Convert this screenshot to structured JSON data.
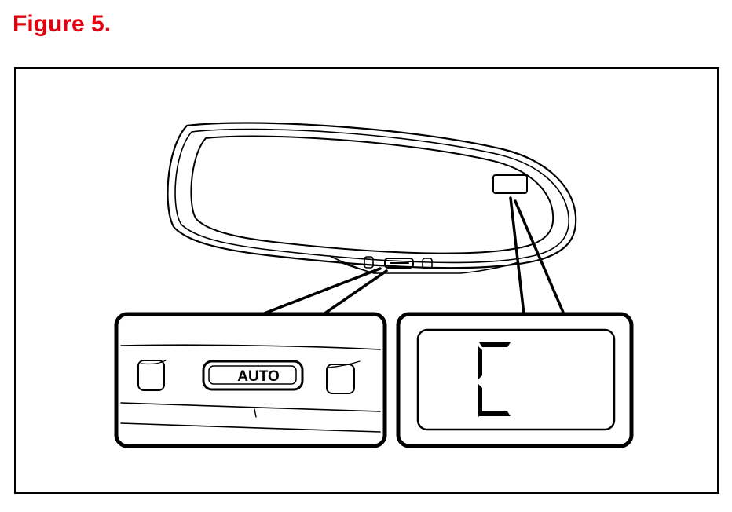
{
  "figure": {
    "title": "Figure 5."
  },
  "mirror": {
    "button_label": "AUTO",
    "display_reading": "C"
  },
  "colors": {
    "title": "#e3000f",
    "line": "#000000",
    "background": "#ffffff"
  }
}
